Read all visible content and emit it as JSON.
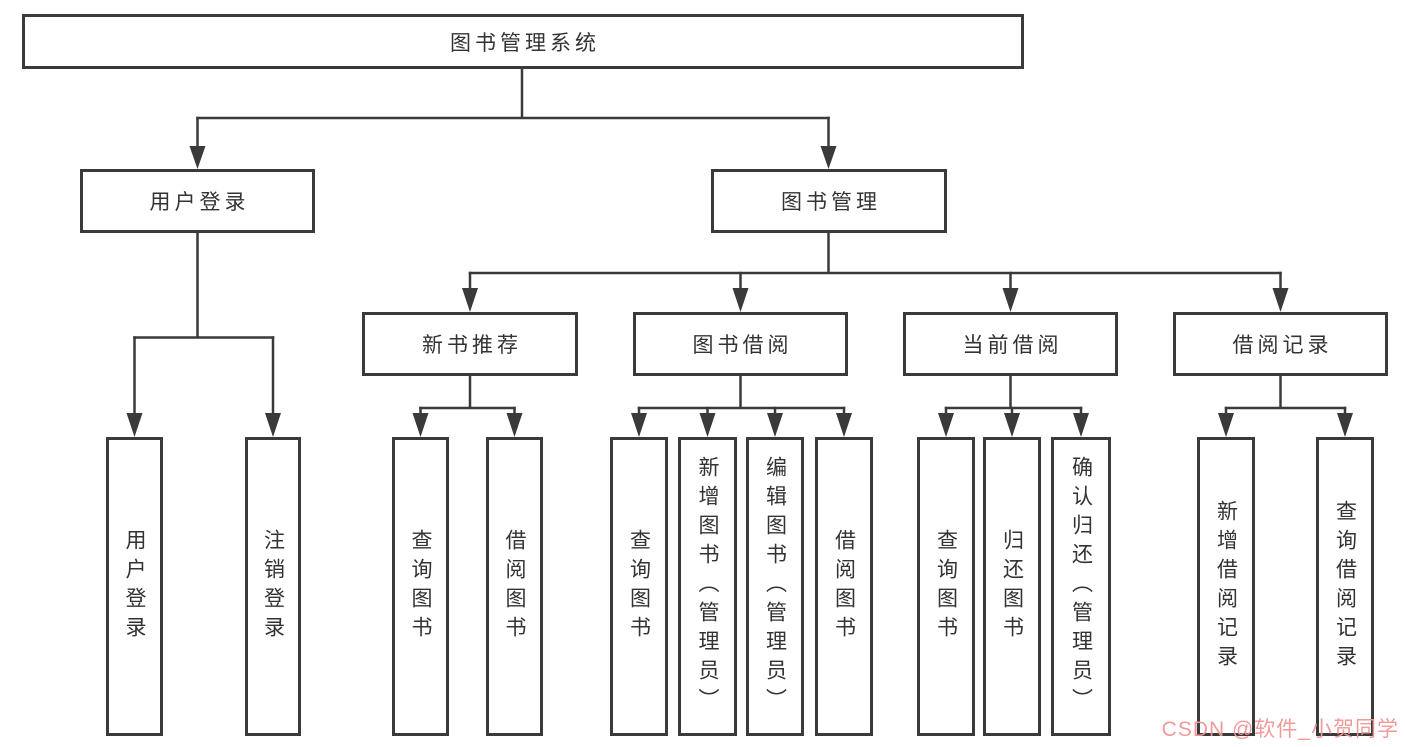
{
  "diagram": {
    "type": "hierarchy",
    "root": {
      "label": "图书管理系统",
      "children": [
        {
          "label": "用户登录",
          "children": [
            {
              "label": "用户登录"
            },
            {
              "label": "注销登录"
            }
          ]
        },
        {
          "label": "图书管理",
          "children": [
            {
              "label": "新书推荐",
              "children": [
                {
                  "label": "查询图书"
                },
                {
                  "label": "借阅图书"
                }
              ]
            },
            {
              "label": "图书借阅",
              "children": [
                {
                  "label": "查询图书"
                },
                {
                  "label": "新增图书（管理员）"
                },
                {
                  "label": "编辑图书（管理员）"
                },
                {
                  "label": "借阅图书"
                }
              ]
            },
            {
              "label": "当前借阅",
              "children": [
                {
                  "label": "查询图书"
                },
                {
                  "label": "归还图书"
                },
                {
                  "label": "确认归还（管理员）"
                }
              ]
            },
            {
              "label": "借阅记录",
              "children": [
                {
                  "label": "新增借阅记录"
                },
                {
                  "label": "查询借阅记录"
                }
              ]
            }
          ]
        }
      ]
    }
  },
  "watermark": {
    "text": "CSDN @软件_小贺同学",
    "color": "#F19595"
  },
  "colors": {
    "background": "#FFFFFF",
    "box_border": "#3A3A3A",
    "connector_line": "#3A3A3A",
    "text": "#333333"
  }
}
